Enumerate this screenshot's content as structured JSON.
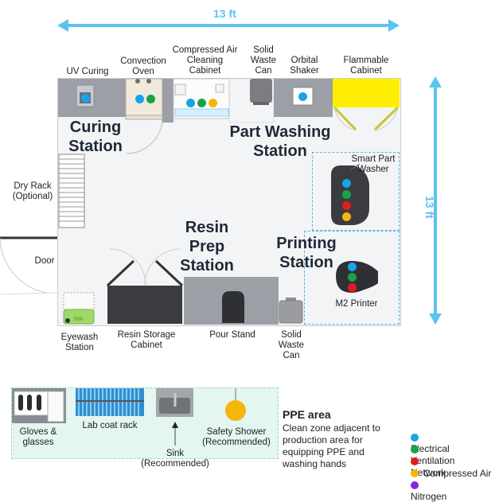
{
  "dimensions": {
    "width_label": "13 ft",
    "height_label": "13 ft"
  },
  "top_labels": {
    "uv_curing": "UV Curing",
    "convection_oven": "Convection\nOven",
    "air_cabinet": "Compressed Air\nCleaning\nCabinet",
    "solid_waste_top": "Solid\nWaste\nCan",
    "orbital_shaker": "Orbital\nShaker",
    "flammable_cabinet": "Flammable\nCabinet"
  },
  "stations": {
    "curing": "Curing\nStation",
    "part_washing": "Part Washing\nStation",
    "resin_prep": "Resin\nPrep\nStation",
    "printing": "Printing\nStation"
  },
  "side_labels": {
    "dry_rack": "Dry Rack\n(Optional)",
    "door": "Door"
  },
  "equipment_labels": {
    "smart_part_washer": "Smart Part\nWasher",
    "m2_printer": "M2 Printer"
  },
  "bottom_labels": {
    "eyewash": "Eyewash\nStation",
    "resin_storage": "Resin Storage\nCabinet",
    "pour_stand": "Pour Stand",
    "solid_waste_bottom": "Solid\nWaste\nCan"
  },
  "ppe": {
    "gloves": "Gloves &\nglasses",
    "lab_coat": "Lab coat rack",
    "sink": "Sink\n(Recommended)",
    "shower": "Safety Shower\n(Recommended)",
    "title": "PPE area",
    "description": "Clean zone adjacent to\nproduction area for\nequipping PPE and\nwashing hands"
  },
  "legend": [
    {
      "label": "Electrical",
      "color": "#1aa3e8"
    },
    {
      "label": "Ventilation",
      "color": "#17a34a"
    },
    {
      "label": "Network",
      "color": "#e11d1d"
    },
    {
      "label": "Compressed Air",
      "color": "#f5b50a"
    },
    {
      "label": "Nitrogen",
      "color": "#8b22e0"
    }
  ],
  "colors": {
    "dimension": "#5cc3f0",
    "flammable": "#ffee00",
    "ppe_zone": "#e4f6f1"
  }
}
